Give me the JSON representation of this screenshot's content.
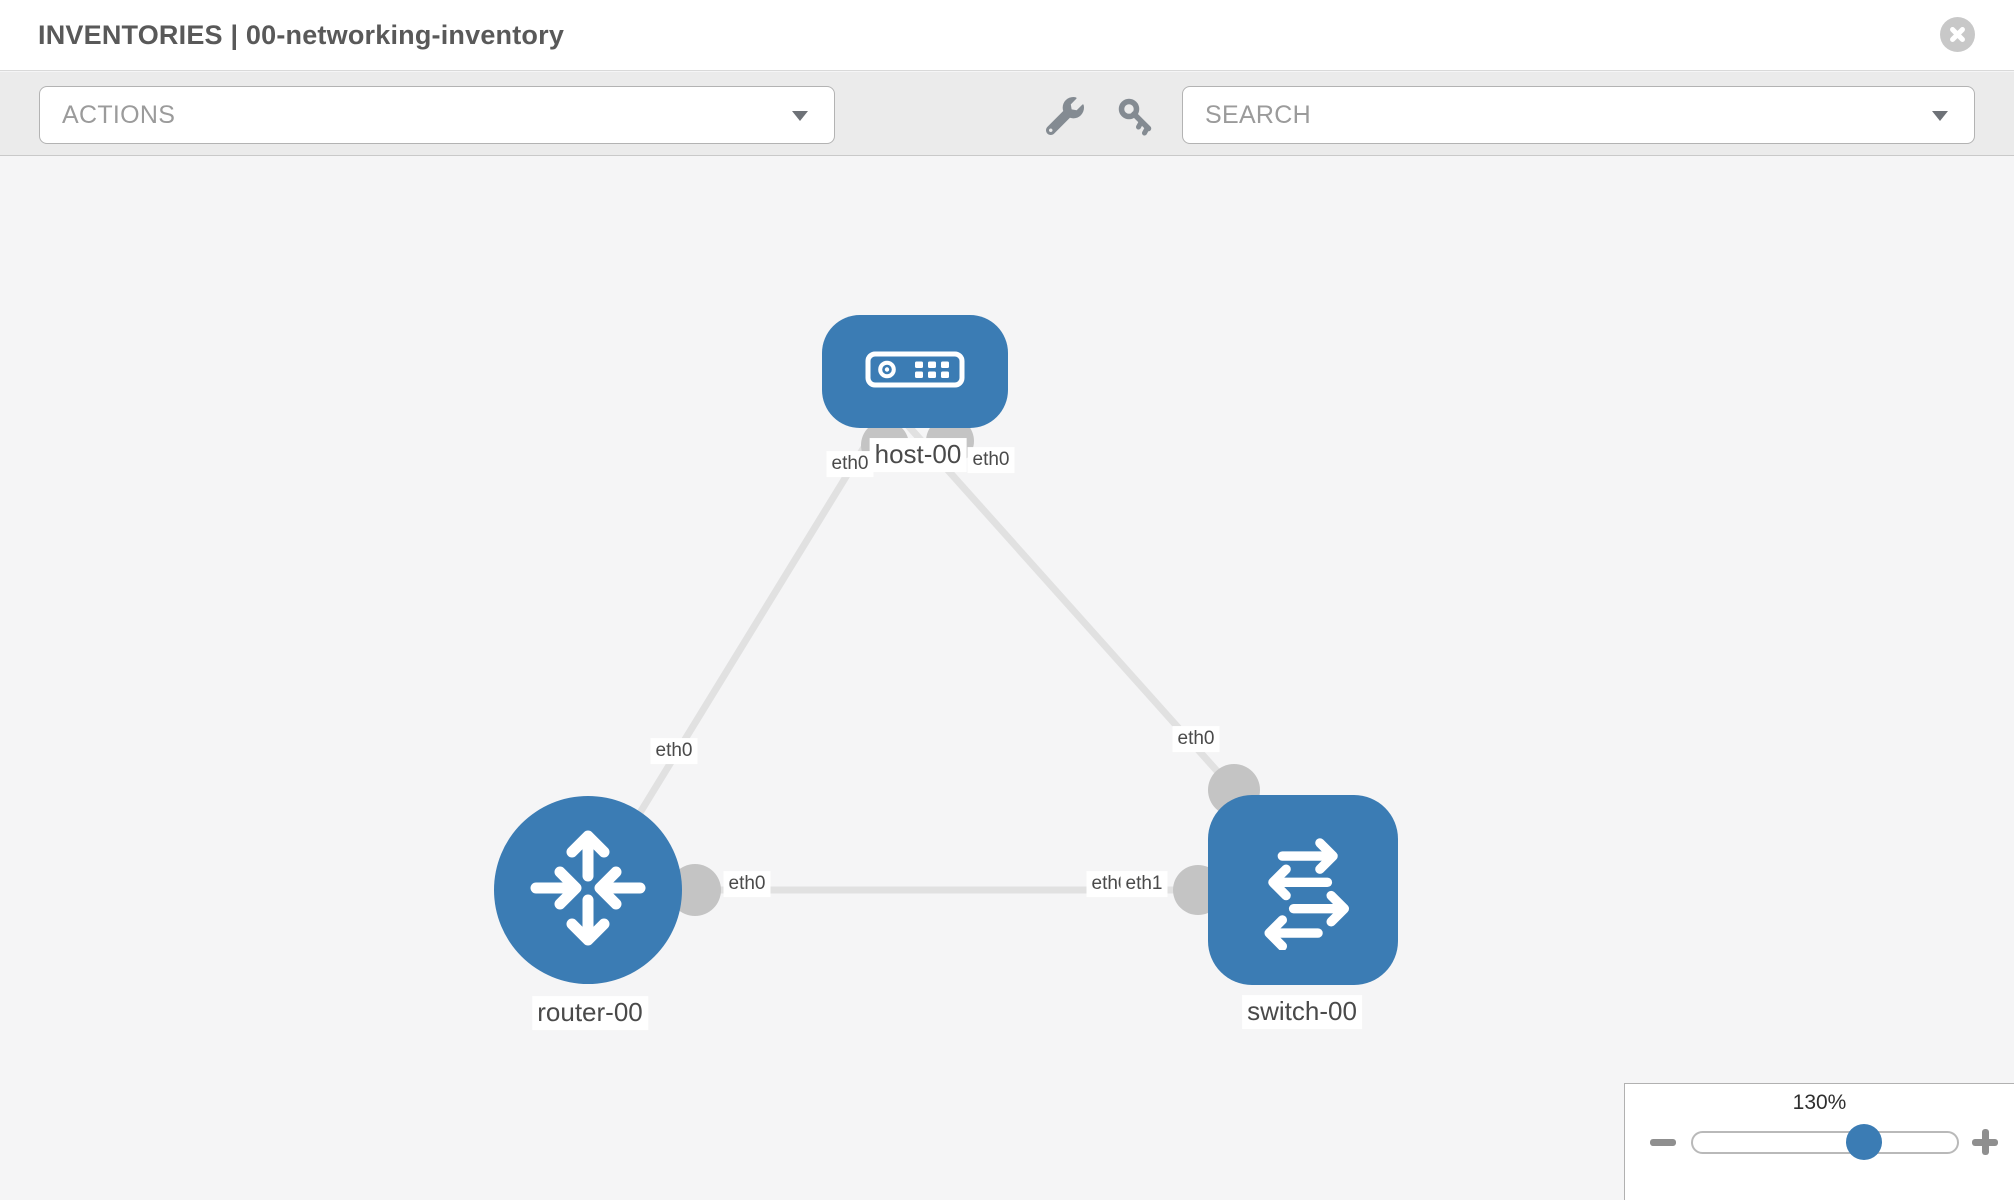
{
  "window": {
    "title": "INVENTORIES | 00-networking-inventory"
  },
  "toolbar": {
    "actions_label": "ACTIONS",
    "search_placeholder": "SEARCH"
  },
  "icons": {
    "close": "close-icon",
    "wrench": "wrench-icon",
    "key": "key-icon",
    "dropdown_caret": "chevron-down-icon"
  },
  "nodes": [
    {
      "label": "host-00",
      "type": "host"
    },
    {
      "label": "router-00",
      "type": "router"
    },
    {
      "label": "switch-00",
      "type": "switch"
    }
  ],
  "links": [
    {
      "from": "host-00",
      "to": "router-00",
      "from_interface": "eth0",
      "to_interface": "eth0"
    },
    {
      "from": "host-00",
      "to": "switch-00",
      "from_interface": "eth0",
      "to_interface": "eth0"
    },
    {
      "from": "router-00",
      "to": "switch-00",
      "from_interface": "eth0",
      "to_interface": "eth1",
      "overlapped_interface_label": "eth0"
    }
  ],
  "zoom_control": {
    "level": "130%"
  },
  "colors": {
    "node_blue": "#3b7cb4",
    "link_gray": "#e1e1e1",
    "interface_gray": "#c4c4c4",
    "canvas_bg": "#f5f5f6",
    "toolbar_bg": "#ebebeb",
    "header_bg": "#ffffff",
    "label_text": "#4a4a4a"
  }
}
